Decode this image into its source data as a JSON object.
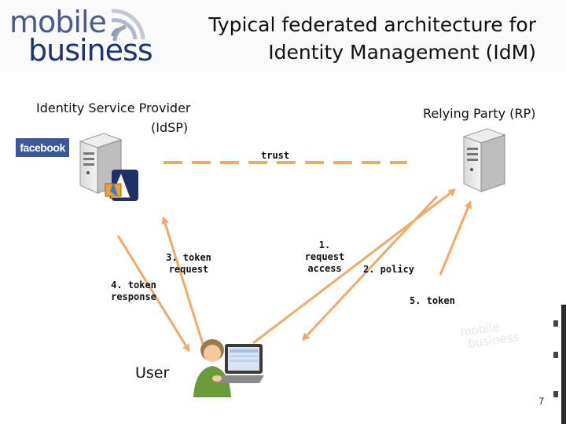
{
  "logo": {
    "line1": "mobile",
    "line2": "business"
  },
  "title": {
    "line1": "Typical federated architecture for",
    "line2": "Identity Management (IdM)"
  },
  "idsp": {
    "line1": "Identity Service  Provider",
    "line2": "(IdSP)"
  },
  "rp": {
    "label": "Relying Party (RP)"
  },
  "facebook": {
    "label": "facebook"
  },
  "trust": {
    "label": "trust"
  },
  "steps": {
    "s1": {
      "line1": "1. request",
      "line2": "access"
    },
    "s2": {
      "label": "2. policy"
    },
    "s3": {
      "line1": "3. token",
      "line2": "request"
    },
    "s4": {
      "line1": "4. token",
      "line2": "response"
    },
    "s5": {
      "label": "5. token"
    }
  },
  "user": {
    "label": "User"
  },
  "page": {
    "number": "7"
  },
  "colors": {
    "arrow": "#f0aa6a",
    "logo_dark": "#1e3470",
    "logo_light": "#4a5a8c",
    "facebook": "#3b5998"
  },
  "icons": {
    "server": "server-icon",
    "person": "user-with-laptop-icon",
    "security": "security-cert-icon"
  }
}
